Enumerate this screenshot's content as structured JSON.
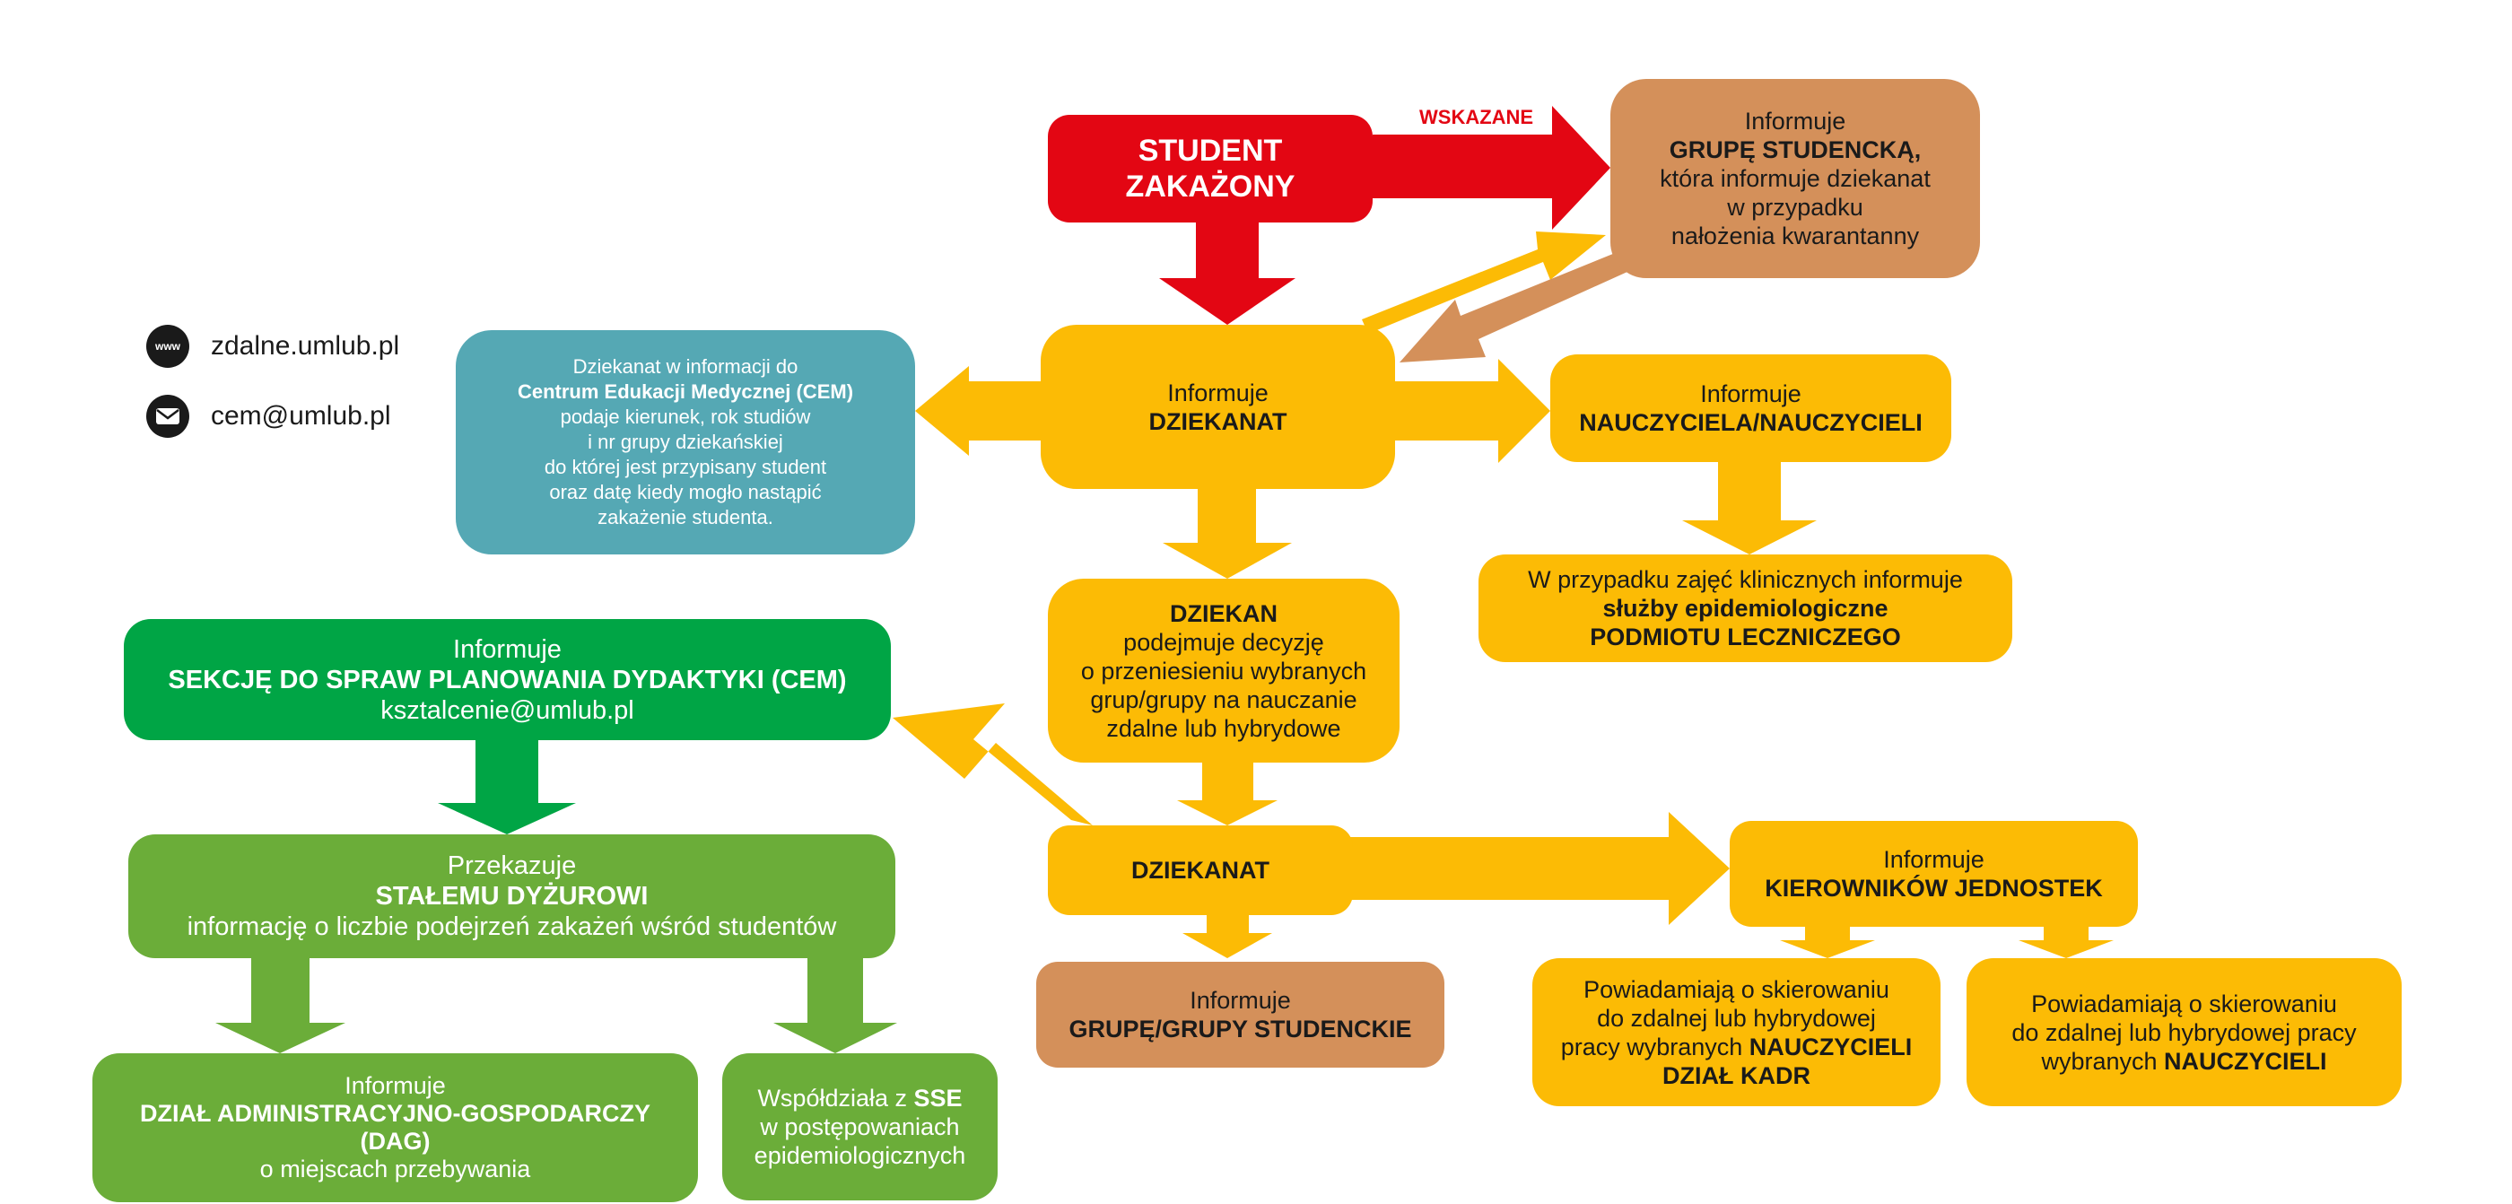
{
  "colors": {
    "red": "#E30613",
    "orange": "#FCBB05",
    "brown": "#D4905A",
    "teal": "#55A8B4",
    "green_dark": "#00A545",
    "green_light": "#6BAD39"
  },
  "contacts": {
    "website_icon": "www",
    "website": "zdalne.umlub.pl",
    "email": "cem@umlub.pl"
  },
  "labels": {
    "wskazane": "WSKAZANE"
  },
  "boxes": {
    "student": {
      "line1": "STUDENT",
      "line2": "ZAKAŻONY"
    },
    "grupa_studencka": {
      "l1": "Informuje",
      "l2": "GRUPĘ STUDENCKĄ,",
      "l3": "która informuje dziekanat",
      "l4": "w przypadku",
      "l5": "nałożenia kwarantanny"
    },
    "dziekanat_top": {
      "l1": "Informuje",
      "l2": "DZIEKANAT"
    },
    "cem": {
      "l1": "Dziekanat w informacji do",
      "l2": "Centrum Edukacji Medycznej (CEM)",
      "l3": "podaje kierunek, rok studiów",
      "l4": "i nr grupy dziekańskiej",
      "l5": "do której jest przypisany student",
      "l6": "oraz datę kiedy mogło nastąpić",
      "l7": "zakażenie studenta."
    },
    "nauczyciela": {
      "l1": "Informuje",
      "l2": "NAUCZYCIELA/NAUCZYCIELI"
    },
    "kliniczne": {
      "l1": "W przypadku zajęć klinicznych informuje",
      "l2": "służby epidemiologiczne",
      "l3": "PODMIOTU LECZNICZEGO"
    },
    "dziekan": {
      "l1": "DZIEKAN",
      "l2": "podejmuje decyzję",
      "l3": "o przeniesieniu wybranych",
      "l4": "grup/grupy na nauczanie",
      "l5": "zdalne lub hybrydowe"
    },
    "sekcja": {
      "l1": "Informuje",
      "l2": "SEKCJĘ DO SPRAW PLANOWANIA DYDAKTYKI (CEM)",
      "l3": "ksztalcenie@umlub.pl"
    },
    "dziekanat_mid": {
      "l1": "DZIEKANAT"
    },
    "kierownikow": {
      "l1": "Informuje",
      "l2": "KIEROWNIKÓW JEDNOSTEK"
    },
    "dyzur": {
      "l1": "Przekazuje",
      "l2": "STAŁEMU DYŻUROWI",
      "l3": "informację o liczbie podejrzeń zakażeń wśród studentów"
    },
    "grupy_studenckie": {
      "l1": "Informuje",
      "l2": "GRUPĘ/GRUPY STUDENCKIE"
    },
    "kadr": {
      "l1": "Powiadamiają o skierowaniu",
      "l2": "do zdalnej lub hybrydowej",
      "l3a": "pracy wybranych ",
      "l3b": "NAUCZYCIELI",
      "l4": "DZIAŁ KADR"
    },
    "nauczycieli": {
      "l1": "Powiadamiają o skierowaniu",
      "l2": "do zdalnej lub hybrydowej pracy",
      "l3a": "wybranych ",
      "l3b": "NAUCZYCIELI"
    },
    "dag": {
      "l1": "Informuje",
      "l2": "DZIAŁ ADMINISTRACYJNO-GOSPODARCZY",
      "l3": "(DAG)",
      "l4": "o miejscach przebywania"
    },
    "sse": {
      "l1a": "Współdziała z ",
      "l1b": "SSE",
      "l2": "w postępowaniach",
      "l3": "epidemiologicznych"
    }
  }
}
